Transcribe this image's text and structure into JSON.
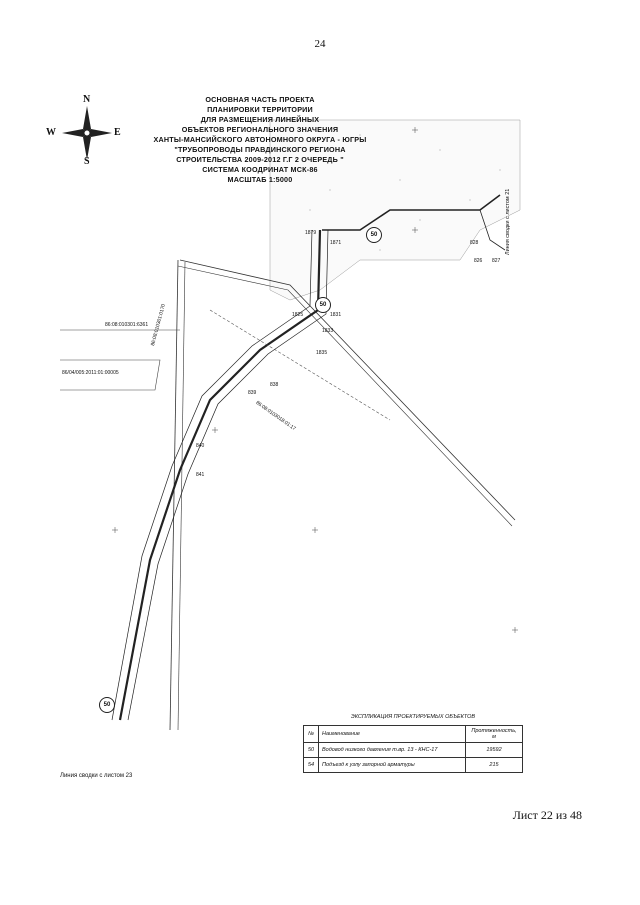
{
  "page_number": "24",
  "title_lines": [
    "ОСНОВНАЯ ЧАСТЬ ПРОЕКТА",
    "ПЛАНИРОВКИ ТЕРРИТОРИИ",
    "ДЛЯ РАЗМЕЩЕНИЯ ЛИНЕЙНЫХ",
    "ОБЪЕКТОВ РЕГИОНАЛЬНОГО ЗНАЧЕНИЯ",
    "ХАНТЫ-МАНСИЙСКОГО АВТОНОМНОГО ОКРУГА - ЮГРЫ",
    "\"ТРУБОПРОВОДЫ ПРАВДИНСКОГО РЕГИОНА",
    "СТРОИТЕЛЬСТВА 2009-2012 Г.Г 2 ОЧЕРЕДЬ \"",
    "СИСТЕМА КООДРИНАТ МСК-86",
    "МАСШТАБ 1:5000"
  ],
  "compass": {
    "n": "N",
    "s": "S",
    "e": "E",
    "w": "W"
  },
  "map_labels": {
    "parcel_1": "86:08:010301:6361",
    "parcel_2": "86/04/005:2011:01:00005",
    "parcel_3": "86:08:0103018:01:17",
    "parcel_4": "86:08:010301:0170",
    "marker_top": "50",
    "marker_mid": "50",
    "marker_bottom": "50",
    "pt_1": "1825",
    "pt_2": "1831",
    "pt_3": "1833",
    "pt_4": "1835",
    "pt_5": "838",
    "pt_6": "839",
    "pt_7": "840",
    "pt_8": "841",
    "pt_9": "828",
    "pt_10": "826",
    "pt_11": "827",
    "pt_12": "1879",
    "pt_13": "1871"
  },
  "sheet_right": "Линия сводки с листом 21",
  "sheet_bottom": "Линия сводки с листом 23",
  "legend": {
    "title": "ЭКСПЛИКАЦИЯ ПРОЕКТИРУЕМЫХ ОБЪЕКТОВ",
    "headers": [
      "№",
      "Наименование",
      "Протяженность, м"
    ],
    "rows": [
      {
        "no": "50",
        "name": "Водовод низкого давления т.вр. 13 - КНС-17",
        "len": "19592"
      },
      {
        "no": "54",
        "name": "Подъезд к узлу запорной арматуры",
        "len": "215"
      }
    ]
  },
  "footer": "Лист 22 из 48"
}
